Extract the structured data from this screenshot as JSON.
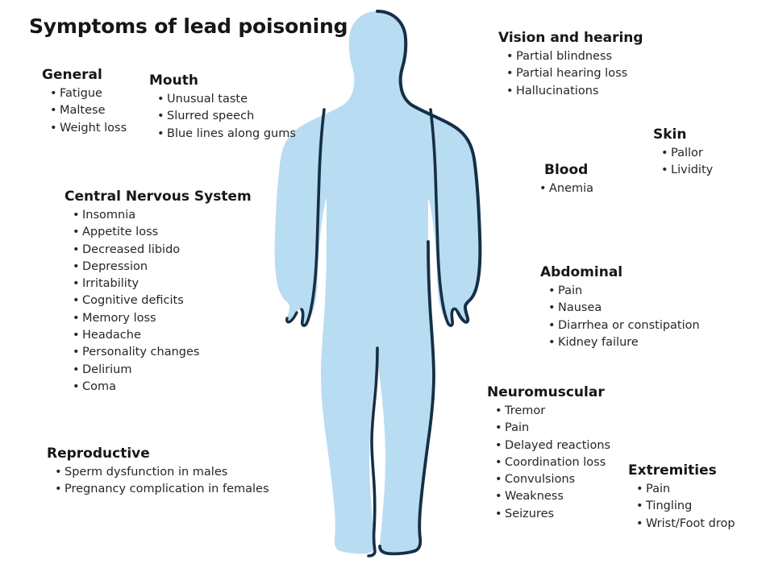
{
  "title": "Symptoms of lead poisoning",
  "figure": {
    "name": "human-body-silhouette",
    "fill_color": "#b8dcf2",
    "outline_color": "#152f47"
  },
  "groups": [
    {
      "id": "general",
      "heading": "General",
      "items": [
        "Fatigue",
        "Maltese",
        "Weight loss"
      ]
    },
    {
      "id": "mouth",
      "heading": "Mouth",
      "items": [
        "Unusual taste",
        "Slurred speech",
        "Blue lines along gums"
      ]
    },
    {
      "id": "central-nervous-system",
      "heading": "Central Nervous System",
      "items": [
        "Insomnia",
        "Appetite loss",
        "Decreased libido",
        "Depression",
        "Irritability",
        "Cognitive deficits",
        "Memory loss",
        "Headache",
        "Personality changes",
        "Delirium",
        "Coma"
      ]
    },
    {
      "id": "reproductive",
      "heading": "Reproductive",
      "items": [
        "Sperm dysfunction in males",
        "Pregnancy complication in females"
      ]
    },
    {
      "id": "vision-and-hearing",
      "heading": "Vision and hearing",
      "items": [
        "Partial blindness",
        "Partial hearing loss",
        "Hallucinations"
      ]
    },
    {
      "id": "skin",
      "heading": "Skin",
      "items": [
        "Pallor",
        "Lividity"
      ]
    },
    {
      "id": "blood",
      "heading": "Blood",
      "items": [
        "Anemia"
      ]
    },
    {
      "id": "abdominal",
      "heading": "Abdominal",
      "items": [
        "Pain",
        "Nausea",
        "Diarrhea or constipation",
        "Kidney failure"
      ]
    },
    {
      "id": "neuromuscular",
      "heading": "Neuromuscular",
      "items": [
        "Tremor",
        "Pain",
        "Delayed reactions",
        "Coordination loss",
        "Convulsions",
        "Weakness",
        "Seizures"
      ]
    },
    {
      "id": "extremities",
      "heading": "Extremities",
      "items": [
        "Pain",
        "Tingling",
        "Wrist/Foot drop"
      ]
    }
  ]
}
